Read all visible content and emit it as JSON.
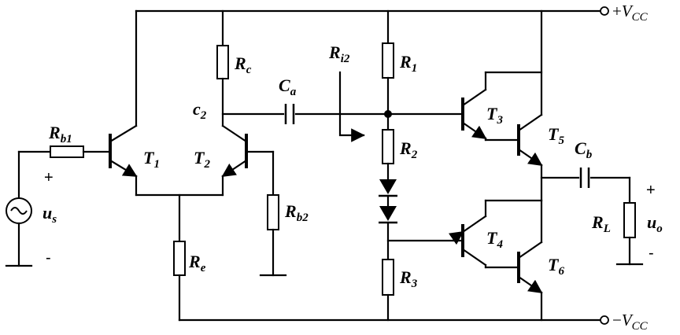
{
  "rails": {
    "vcc_pos": {
      "sign": "+",
      "name": "V",
      "sub": "CC"
    },
    "vcc_neg": {
      "sign": "−",
      "name": "V",
      "sub": "CC"
    }
  },
  "labels": {
    "rb1": {
      "main": "R",
      "sub": "b1"
    },
    "rb2": {
      "main": "R",
      "sub": "b2"
    },
    "rc": {
      "main": "R",
      "sub": "c"
    },
    "re": {
      "main": "R",
      "sub": "e"
    },
    "c2": {
      "main": "c",
      "sub": "2"
    },
    "ca": {
      "main": "C",
      "sub": "a"
    },
    "ri2": {
      "main": "R",
      "sub": "i2"
    },
    "r1": {
      "main": "R",
      "sub": "1"
    },
    "r2": {
      "main": "R",
      "sub": "2"
    },
    "r3": {
      "main": "R",
      "sub": "3"
    },
    "t1": {
      "main": "T",
      "sub": "1"
    },
    "t2": {
      "main": "T",
      "sub": "2"
    },
    "t3": {
      "main": "T",
      "sub": "3"
    },
    "t4": {
      "main": "T",
      "sub": "4"
    },
    "t5": {
      "main": "T",
      "sub": "5"
    },
    "t6": {
      "main": "T",
      "sub": "6"
    },
    "cb": {
      "main": "C",
      "sub": "b"
    },
    "rl": {
      "main": "R",
      "sub": "L"
    },
    "us": {
      "main": "u",
      "sub": "s"
    },
    "uo": {
      "main": "u",
      "sub": "o"
    }
  },
  "signs": {
    "us_plus": "+",
    "us_minus": "-",
    "uo_plus": "+",
    "uo_minus": "-"
  }
}
